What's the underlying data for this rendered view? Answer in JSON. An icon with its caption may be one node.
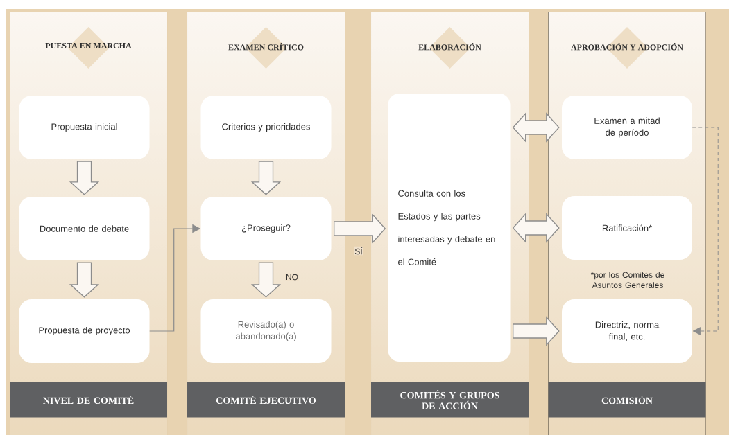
{
  "diagram": {
    "nodes": [
      {
        "text": [
          "PUESTA EN MARCHA"
        ]
      },
      {
        "text": [
          "Propuesta inicial"
        ],
        "in": 0
      },
      {
        "text": [
          "Documento de debate"
        ],
        "in": 0
      },
      {
        "text": [
          "Propuesta de proyecto"
        ],
        "in": 0
      },
      {
        "text": [
          "NIVEL DE COMITÉ"
        ],
        "in": 0
      },
      {
        "text": [
          "EXAMEN CRÍTICO"
        ]
      },
      {
        "text": [
          "Criterios y prioridades"
        ],
        "in": 5
      },
      {
        "text": [
          "¿Proseguir?"
        ],
        "in": 5
      },
      {
        "text": [
          "Revisado(a) o abandonado(a)"
        ],
        "in": 5
      },
      {
        "text": [
          "COMITÉ EJECUTIVO"
        ],
        "in": 5
      },
      {
        "text": [
          "ELABORACIÓN"
        ]
      },
      {
        "text": [
          "Consulta con los Estados y las partes interesadas y debate en el Comité"
        ],
        "in": 10
      },
      {
        "text": [
          "COMITÉS Y GRUPOS DE ACCIÓN"
        ],
        "in": 10
      },
      {
        "text": [
          "APROBACIÓN Y ADOPCIÓN"
        ]
      },
      {
        "text": [
          "Examen a mitad de período"
        ],
        "in": 13
      },
      {
        "text": [
          "Ratificación*"
        ],
        "in": 13
      },
      {
        "text": [
          "Directriz, norma final, etc."
        ],
        "in": 13
      },
      {
        "text": [
          "COMISIÓN"
        ],
        "in": 13
      }
    ],
    "edges": [
      {
        "from": 1,
        "to": 2,
        "arrow": "to",
        "style": "thick"
      },
      {
        "from": 2,
        "to": 3,
        "arrow": "to",
        "style": "thick"
      },
      {
        "from": 3,
        "to": 7,
        "arrow": "to"
      },
      {
        "from": 6,
        "to": 7,
        "arrow": "to",
        "style": "thick"
      },
      {
        "from": 7,
        "to": 8,
        "arrow": "to",
        "style": "thick",
        "label": "NO"
      },
      {
        "from": 7,
        "to": 11,
        "arrow": "to",
        "style": "thick",
        "label": "SÍ"
      },
      {
        "from": 11,
        "to": 14,
        "arrow": "both",
        "style": "thick"
      },
      {
        "from": 11,
        "to": 15,
        "arrow": "both",
        "style": "thick"
      },
      {
        "from": 11,
        "to": 16,
        "arrow": "to",
        "style": "thick"
      },
      {
        "from": 14,
        "to": 16,
        "arrow": "to",
        "style": "dashed"
      }
    ],
    "labels": [
      "*por los Comités de Asuntos Generales"
    ]
  }
}
